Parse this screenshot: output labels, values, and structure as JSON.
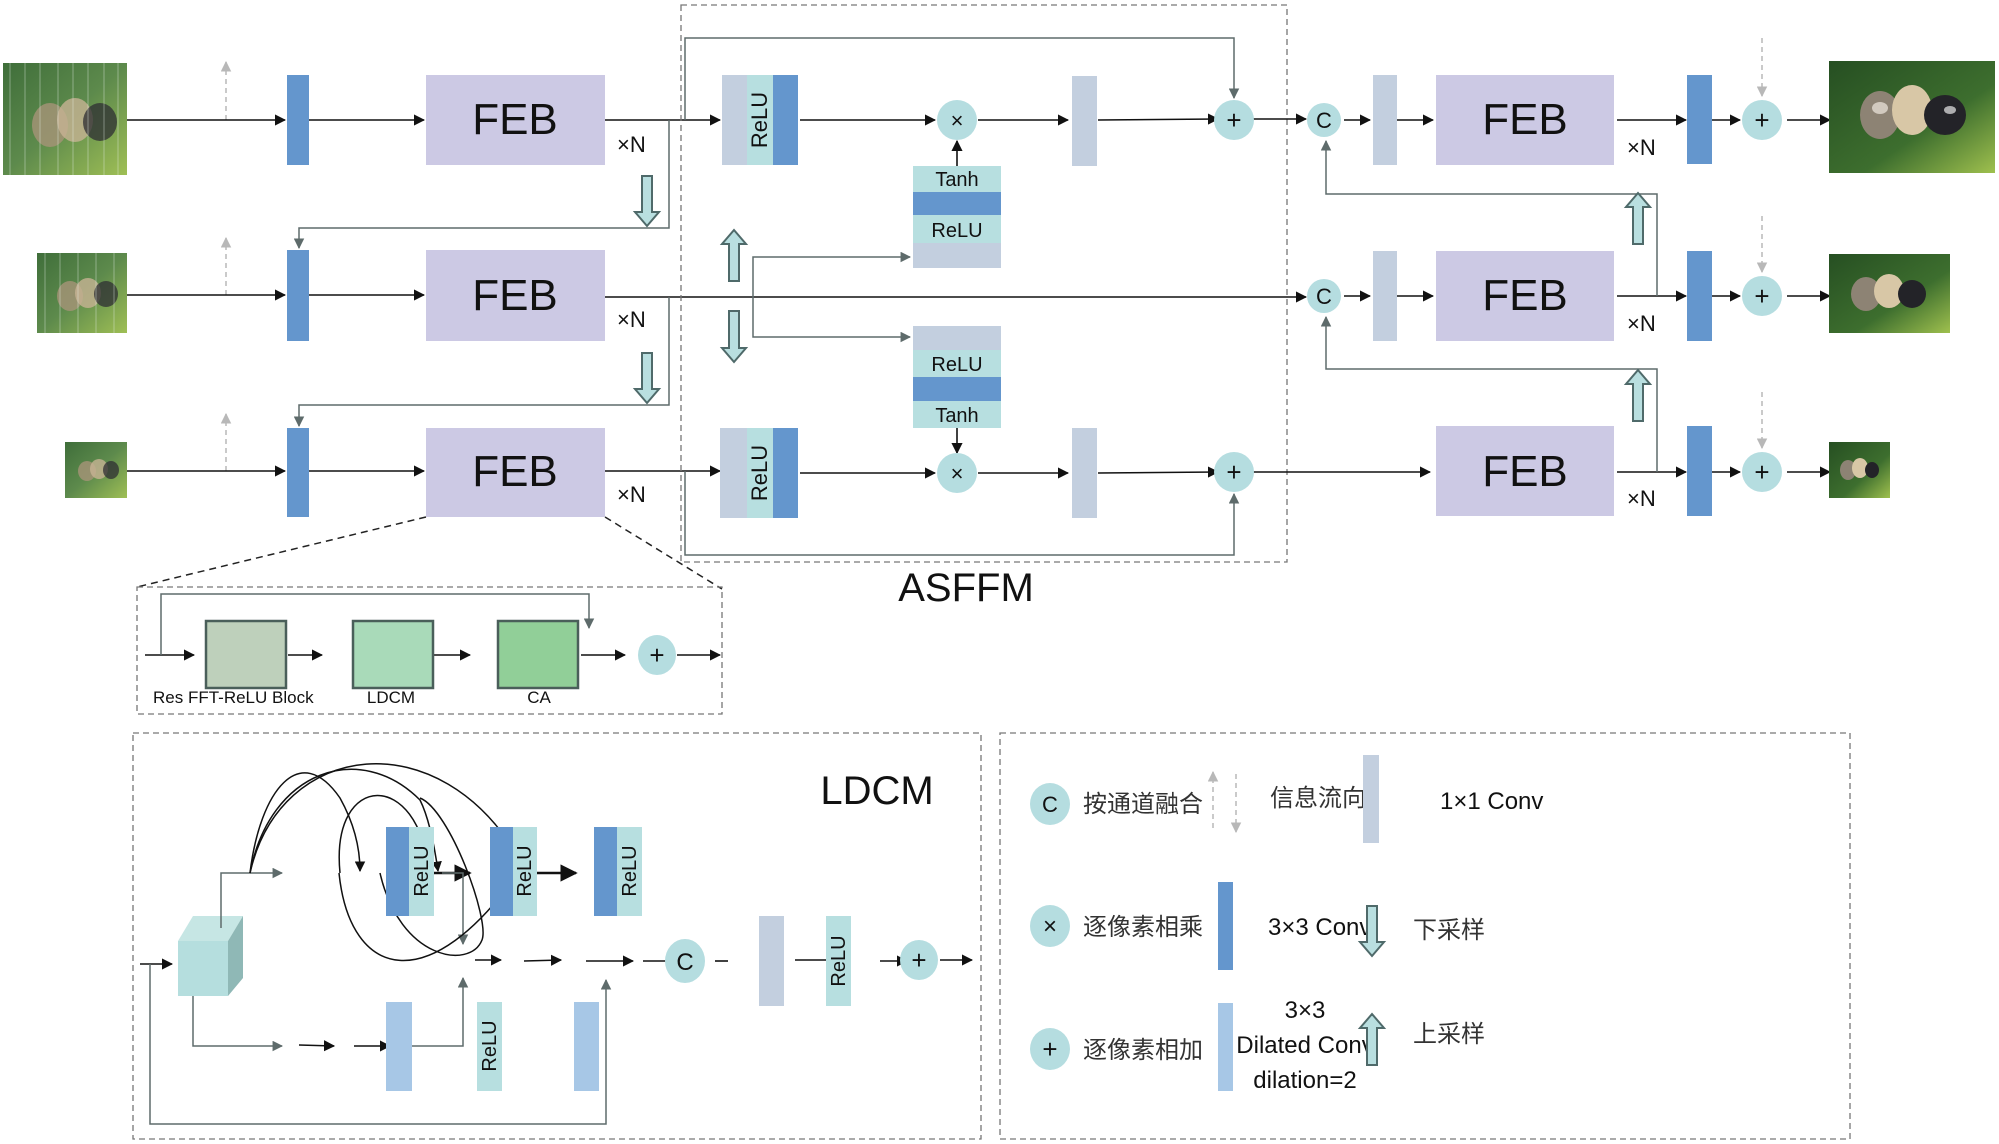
{
  "colors": {
    "feb": "#ccc9e4",
    "conv3x3": "#6496cd",
    "conv1x1": "#c3cfdf",
    "dilated": "#a7c7e6",
    "relu": "#b7dfe0",
    "op_circle": "#b5dde0",
    "arrow": "#111111",
    "route": "#5e6b6b",
    "info_flow": "#b8b8b8",
    "sample_arrow_fill": "#b9dfe0",
    "res_fft": "#bed0bb",
    "ldcm_box": "#a9dab9",
    "ca_box": "#91cf98",
    "cube": "#b5dede"
  },
  "main": {
    "feb_label": "FEB",
    "repeat_label": "×N",
    "asffm_title": "ASFFM",
    "relu": "ReLU",
    "tanh": "Tanh",
    "op_concat": "C",
    "op_mul": "×",
    "op_add": "+"
  },
  "feb_detail": {
    "blocks": [
      "Res FFT-ReLU Block",
      "LDCM",
      "CA"
    ]
  },
  "ldcm": {
    "title": "LDCM",
    "relu": "ReLU",
    "op_concat": "C",
    "op_add": "+"
  },
  "legend": {
    "items": [
      {
        "symbol": "C",
        "label": "按通道融合"
      },
      {
        "symbol": "info-flow",
        "label": "信息流向"
      },
      {
        "symbol": "conv1x1",
        "label": "1×1 Conv"
      },
      {
        "symbol": "×",
        "label": "逐像素相乘"
      },
      {
        "symbol": "conv3x3",
        "label": "3×3 Conv"
      },
      {
        "symbol": "down-arrow",
        "label": "下采样"
      },
      {
        "symbol": "+",
        "label": "逐像素相加"
      },
      {
        "symbol": "dilated",
        "label_lines": [
          "3×3",
          "Dilated Conv",
          "dilation=2"
        ]
      },
      {
        "symbol": "up-arrow",
        "label": "上采样"
      }
    ]
  }
}
